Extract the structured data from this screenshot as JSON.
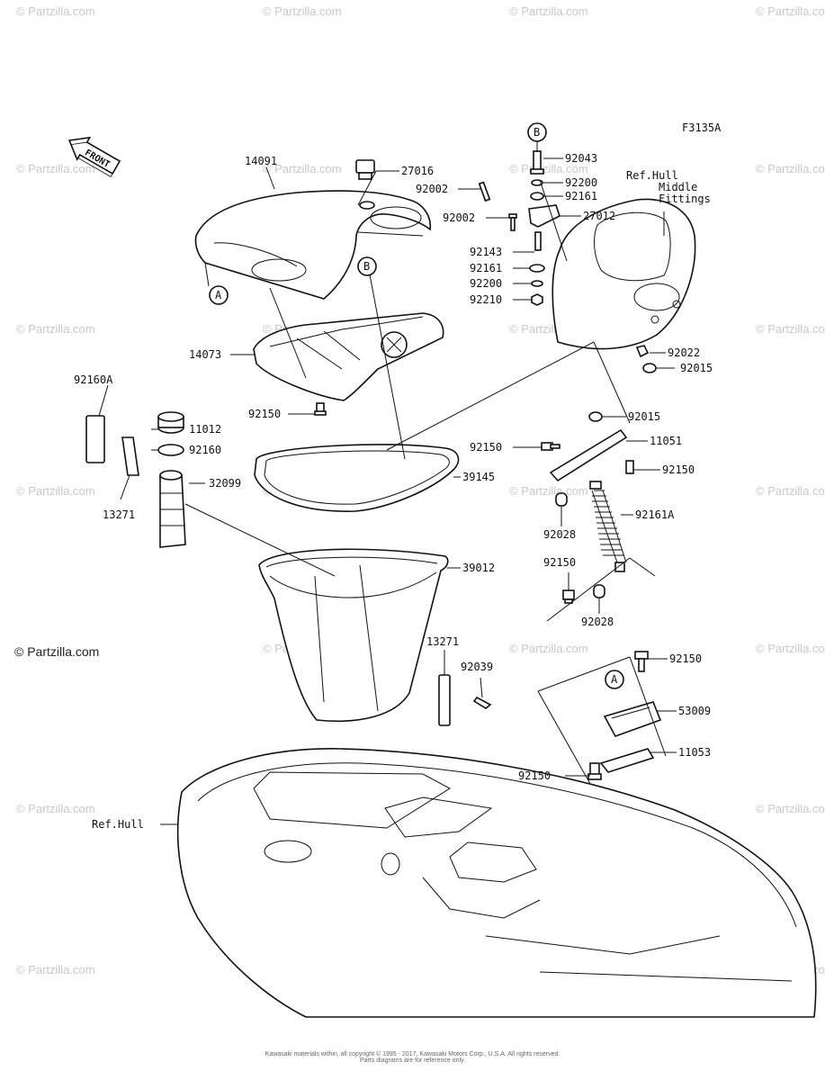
{
  "figure_code": "F3135A",
  "front_label": "FRONT",
  "copyright": "© Partzilla.com",
  "watermark": "© Partzilla.com",
  "footer_line1": "Kawasaki materials within, all copyright © 1995 - 2017, Kawasaki Motors Corp., U.S.A. All rights reserved.",
  "footer_line2": "Parts diagrams are for reference only.",
  "callouts": [
    "A",
    "B"
  ],
  "part_labels": [
    "14091",
    "27016",
    "14073",
    "92150",
    "92160A",
    "11012",
    "92160",
    "32099",
    "13271",
    "39145",
    "39012",
    "13271",
    "92039",
    "Ref.Hull",
    "92043",
    "92002",
    "92200",
    "92161",
    "92002",
    "27012",
    "92143",
    "92161",
    "92200",
    "92210",
    "Ref.Hull",
    "Middle",
    "Fittings",
    "92022",
    "92015",
    "92015",
    "92150",
    "11051",
    "92150",
    "92161A",
    "92028",
    "92150",
    "92028",
    "92150",
    "53009",
    "11053",
    "92150"
  ]
}
